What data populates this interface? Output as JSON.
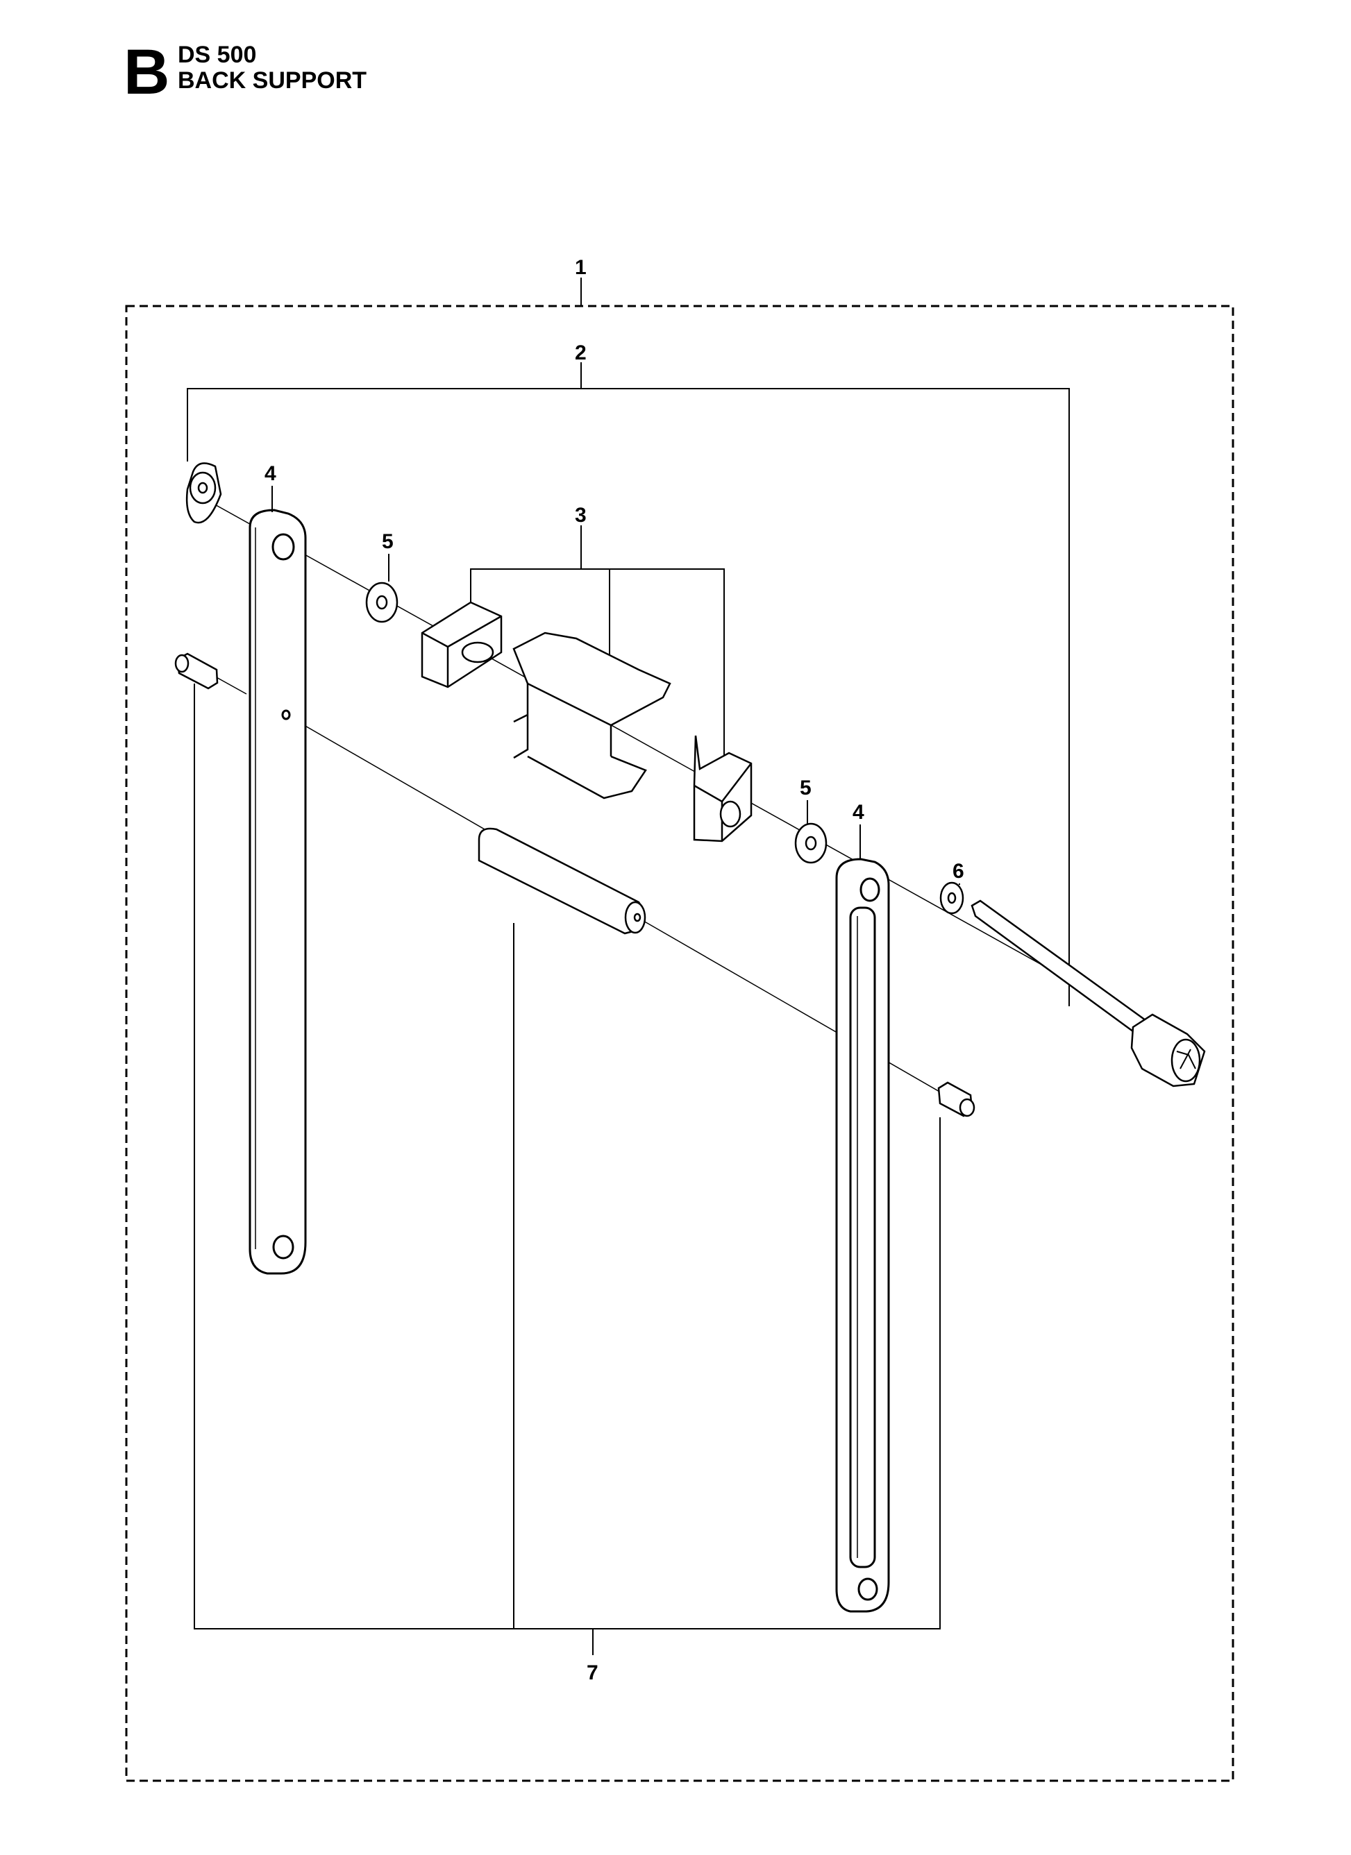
{
  "header": {
    "section_letter": "B",
    "model": "DS 500",
    "title": "BACK SUPPORT"
  },
  "callouts": {
    "c1": "1",
    "c2": "2",
    "c3": "3",
    "c4a": "4",
    "c4b": "4",
    "c5a": "5",
    "c5b": "5",
    "c6": "6",
    "c7": "7"
  }
}
